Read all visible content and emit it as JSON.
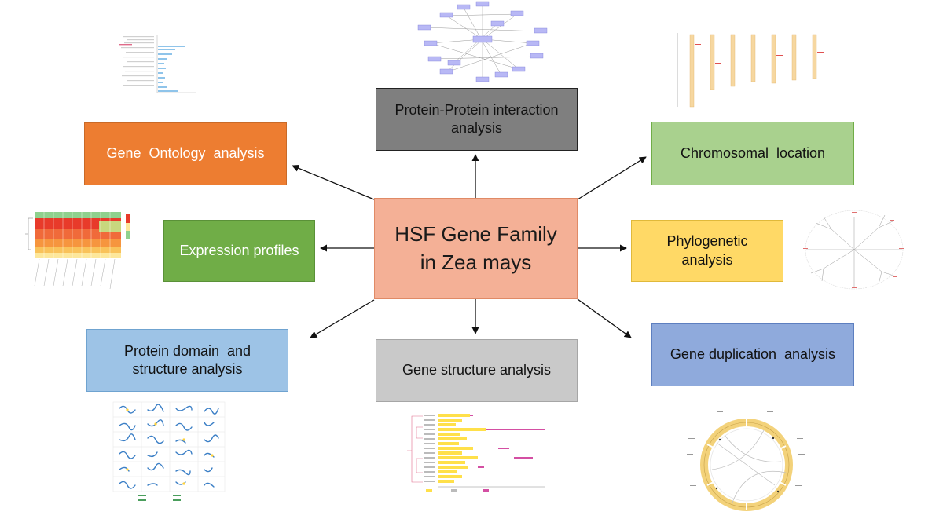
{
  "center": {
    "line1": "HSF Gene Family",
    "line2": "in Zea mays"
  },
  "boxes": {
    "gene_ontology": "Gene  Ontology  analysis",
    "ppi_line1": "Protein-Protein interaction",
    "ppi_line2": "analysis",
    "chromosomal": "Chromosomal  location",
    "expression": "Expression profiles",
    "phylo_line1": "Phylogenetic",
    "phylo_line2": "analysis",
    "pdom_line1": "Protein domain  and",
    "pdom_line2": "structure analysis",
    "gene_structure": "Gene structure analysis",
    "gene_dup": "Gene duplication  analysis"
  },
  "colors": {
    "orange": "#ed7d31",
    "gray": "#7f7f7f",
    "light_green": "#a9d18e",
    "green": "#70ad47",
    "yellow": "#ffd966",
    "light_blue": "#9dc3e6",
    "light_gray": "#c9c9c9",
    "blue": "#8faadc",
    "salmon": "#f4b096"
  }
}
